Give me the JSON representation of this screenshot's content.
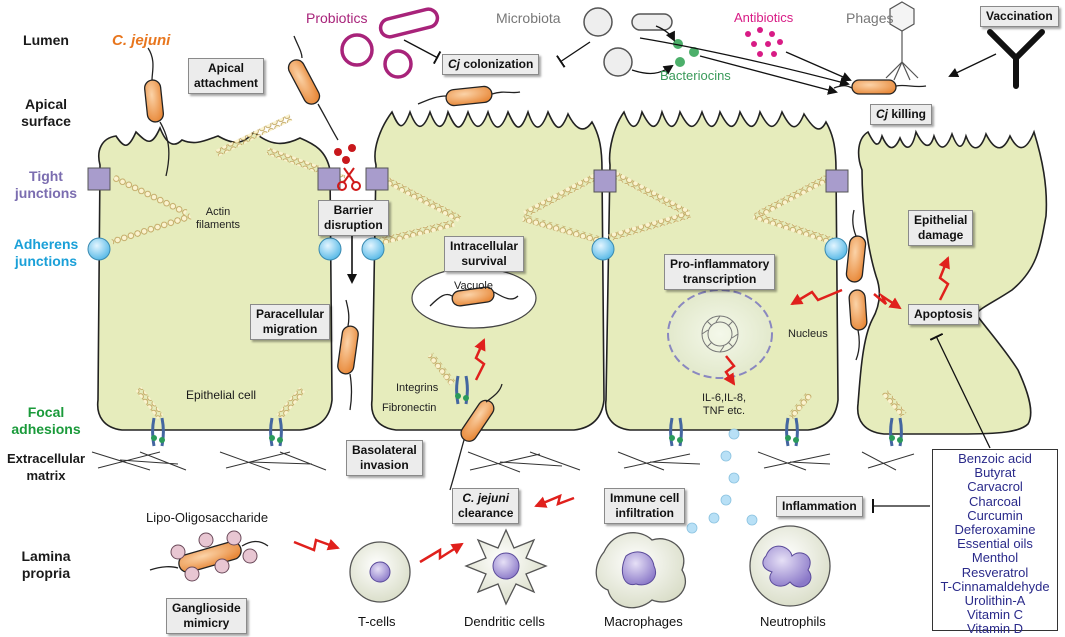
{
  "side_labels": {
    "lumen": "Lumen",
    "apical_surface": "Apical\nsurface",
    "tight_junctions": "Tight\njunctions",
    "adherens_junctions": "Adherens\njunctions",
    "focal_adhesions": "Focal\nadhesions",
    "extracellular_matrix": "Extracellular\nmatrix",
    "lamina_propria": "Lamina\npropria"
  },
  "colors": {
    "cell_fill": "#e6ecbc",
    "bacterium": "#f2a45e",
    "tight_junction": "#a89ccc",
    "adherens_junction": "#a8d8f0",
    "probiotic": "#a8237a",
    "antibiotic": "#d81b85",
    "bacteriocin": "#4caf6a",
    "compound_text": "#2a2a8a",
    "arrow_red": "#e0201c",
    "tight_label": "#7b6db0",
    "adherens_label": "#1aa0d8",
    "focal_label": "#1a9a3a",
    "bacteriocin_label": "#3a9a5a"
  },
  "top": {
    "c_jejuni": "C. jejuni",
    "probiotics": "Probiotics",
    "microbiota": "Microbiota",
    "antibiotics": "Antibiotics",
    "phages": "Phages",
    "vaccination": "Vaccination",
    "bacteriocins": "Bacteriocins",
    "cj_colonization_prefix": "Cj",
    "cj_colonization_rest": " colonization",
    "cj_killing_prefix": "Cj",
    "cj_killing_rest": " killing"
  },
  "boxes": {
    "apical_attachment": "Apical\nattachment",
    "barrier_disruption": "Barrier\ndisruption",
    "intracellular_survival": "Intracellular\nsurvival",
    "pro_inflammatory": "Pro-inflammatory\ntranscription",
    "epithelial_damage": "Epithelial\ndamage",
    "apoptosis": "Apoptosis",
    "paracellular_migration": "Paracellular\nmigration",
    "basolateral_invasion": "Basolateral\ninvasion",
    "c_jejuni_clearance_prefix": "C. jejuni",
    "c_jejuni_clearance_rest": "\nclearance",
    "immune_infiltration": "Immune cell\ninfiltration",
    "inflammation": "Inflammation",
    "ganglioside_mimicry": "Ganglioside\nmimicry"
  },
  "labels": {
    "actin_filaments": "Actin\nfilaments",
    "vacuole": "Vacuole",
    "nucleus": "Nucleus",
    "cytokines": "IL-6,IL-8,\nTNF etc.",
    "integrins": "Integrins",
    "fibronectin": "Fibronectin",
    "epithelial_cell": "Epithelial cell",
    "lipo_oligosaccharide": "Lipo-Oligosaccharide"
  },
  "immune_cells": {
    "t_cells": "T-cells",
    "dendritic_cells": "Dendritic cells",
    "macrophages": "Macrophages",
    "neutrophils": "Neutrophils"
  },
  "compounds": [
    "Benzoic acid",
    "Butyrat",
    "Carvacrol",
    "Charcoal",
    "Curcumin",
    "Deferoxamine",
    "Essential oils",
    "Menthol",
    "Resveratrol",
    "T-Cinnamaldehyde",
    "Urolithin-A",
    "Vitamin C",
    "Vitamin D"
  ]
}
